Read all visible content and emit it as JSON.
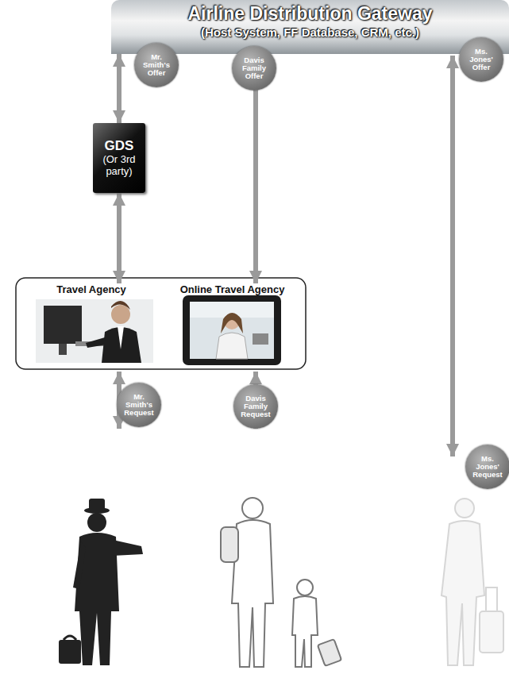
{
  "diagram": {
    "nodes": [
      {
        "text": [
          "Airline Distribution Gateway",
          "(Host System, FF Database, CRM, etc.)"
        ]
      },
      {
        "text": [
          "Mr. Smith's Offer"
        ]
      },
      {
        "text": [
          "Davis Family Offer"
        ]
      },
      {
        "text": [
          "Ms. Jones' Offer"
        ]
      },
      {
        "text": [
          "GDS",
          "(Or 3rd party)"
        ]
      },
      {
        "text": [
          "Travel Agency"
        ]
      },
      {
        "text": [
          "Online Travel Agency"
        ]
      },
      {
        "text": [
          "Mr. Smith's Request"
        ]
      },
      {
        "text": [
          "Davis Family Request"
        ]
      },
      {
        "text": [
          "Ms. Jones' Request"
        ]
      }
    ],
    "edges": [
      {
        "from": 0,
        "to": 4,
        "arrow": "both"
      },
      {
        "from": 4,
        "to": 5,
        "arrow": "both"
      },
      {
        "from": 0,
        "to": 6,
        "arrow": "both"
      }
    ]
  }
}
